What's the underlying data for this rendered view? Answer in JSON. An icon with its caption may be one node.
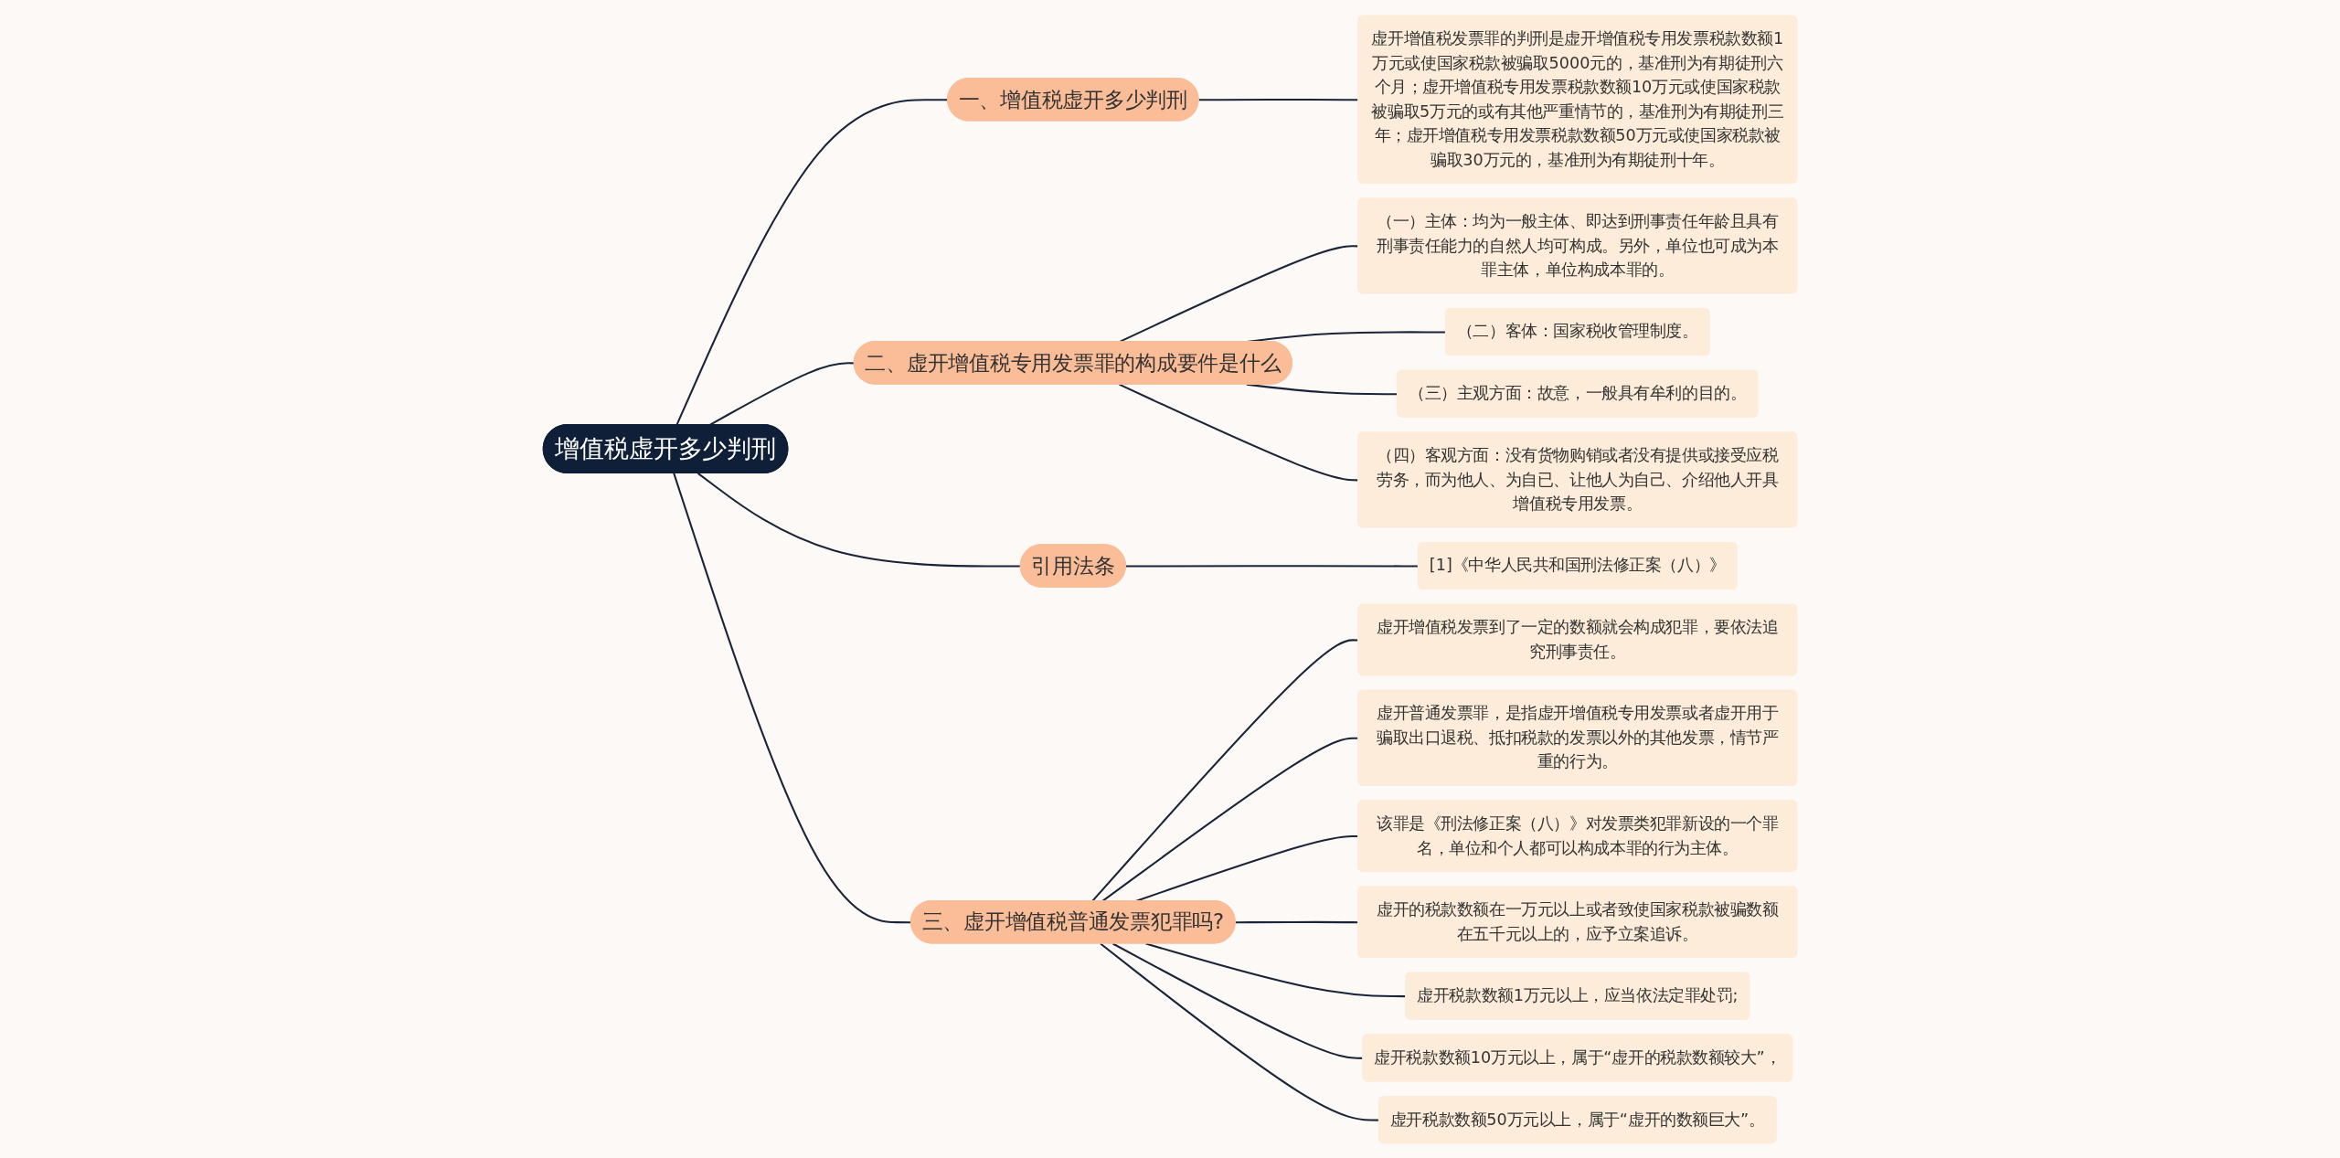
{
  "diagram": {
    "nodes": [
      {
        "text": [
          "增值税虚开多少判刑"
        ]
      },
      {
        "text": [
          "一、增值税虚开多少判刑"
        ]
      },
      {
        "text": [
          "虚开增值税发票罪的判刑是虚开增值税专用发票税款数额1万元或使国家税款被骗取5000元的，基准刑为有期徒刑六个月；虚开增值税专用发票税款数额10万元或使国家税款被骗取5万元的或有其他严重情节的，基准刑为有期徒刑三年；虚开增值税专用发票税款数额50万元或使国家税款被骗取30万元的，基准刑为有期徒刑十年。"
        ]
      },
      {
        "text": [
          "二、虚开增值税专用发票罪的构成要件是什么"
        ]
      },
      {
        "text": [
          "（一）主体：均为一般主体、即达到刑事责任年龄且具有刑事责任能力的自然人均可构成。另外，单位也可成为本罪主体，单位构成本罪的。"
        ]
      },
      {
        "text": [
          "（二）客体：国家税收管理制度。"
        ]
      },
      {
        "text": [
          "（三）主观方面：故意，一般具有牟利的目的。"
        ]
      },
      {
        "text": [
          "（四）客观方面：没有货物购销或者没有提供或接受应税劳务，而为他人、为自已、让他人为自己、介绍他人开具增值税专用发票。"
        ]
      },
      {
        "text": [
          "引用法条"
        ]
      },
      {
        "text": [
          "[1]《中华人民共和国刑法修正案（八）》"
        ]
      },
      {
        "text": [
          "三、虚开增值税普通发票犯罪吗?"
        ]
      },
      {
        "text": [
          "虚开增值税发票到了一定的数额就会构成犯罪，要依法追究刑事责任。"
        ]
      },
      {
        "text": [
          "虚开普通发票罪，是指虚开增值税专用发票或者虚开用于骗取出口退税、抵扣税款的发票以外的其他发票，情节严重的行为。"
        ]
      },
      {
        "text": [
          "该罪是《刑法修正案（八）》对发票类犯罪新设的一个罪名，单位和个人都可以构成本罪的行为主体。"
        ]
      },
      {
        "text": [
          "虚开的税款数额在一万元以上或者致使国家税款被骗数额在五千元以上的，应予立案追诉。"
        ]
      },
      {
        "text": [
          "虚开税款数额1万元以上，应当依法定罪处罚;"
        ]
      },
      {
        "text": [
          "虚开税款数额10万元以上，属于“虚开的税款数额较大”，"
        ]
      },
      {
        "text": [
          "虚开税款数额50万元以上，属于“虚开的数额巨大”。"
        ]
      }
    ],
    "edges": [
      {
        "from": 0,
        "to": 1,
        "arrow": "none"
      },
      {
        "from": 1,
        "to": 2,
        "arrow": "none"
      },
      {
        "from": 0,
        "to": 3,
        "arrow": "none"
      },
      {
        "from": 3,
        "to": 4,
        "arrow": "none"
      },
      {
        "from": 3,
        "to": 5,
        "arrow": "none"
      },
      {
        "from": 3,
        "to": 6,
        "arrow": "none"
      },
      {
        "from": 3,
        "to": 7,
        "arrow": "none"
      },
      {
        "from": 0,
        "to": 8,
        "arrow": "none"
      },
      {
        "from": 8,
        "to": 9,
        "arrow": "none"
      },
      {
        "from": 0,
        "to": 10,
        "arrow": "none"
      },
      {
        "from": 10,
        "to": 11,
        "arrow": "none"
      },
      {
        "from": 10,
        "to": 12,
        "arrow": "none"
      },
      {
        "from": 10,
        "to": 13,
        "arrow": "none"
      },
      {
        "from": 10,
        "to": 14,
        "arrow": "none"
      },
      {
        "from": 10,
        "to": 15,
        "arrow": "none"
      },
      {
        "from": 10,
        "to": 16,
        "arrow": "none"
      },
      {
        "from": 10,
        "to": 17,
        "arrow": "none"
      }
    ]
  }
}
